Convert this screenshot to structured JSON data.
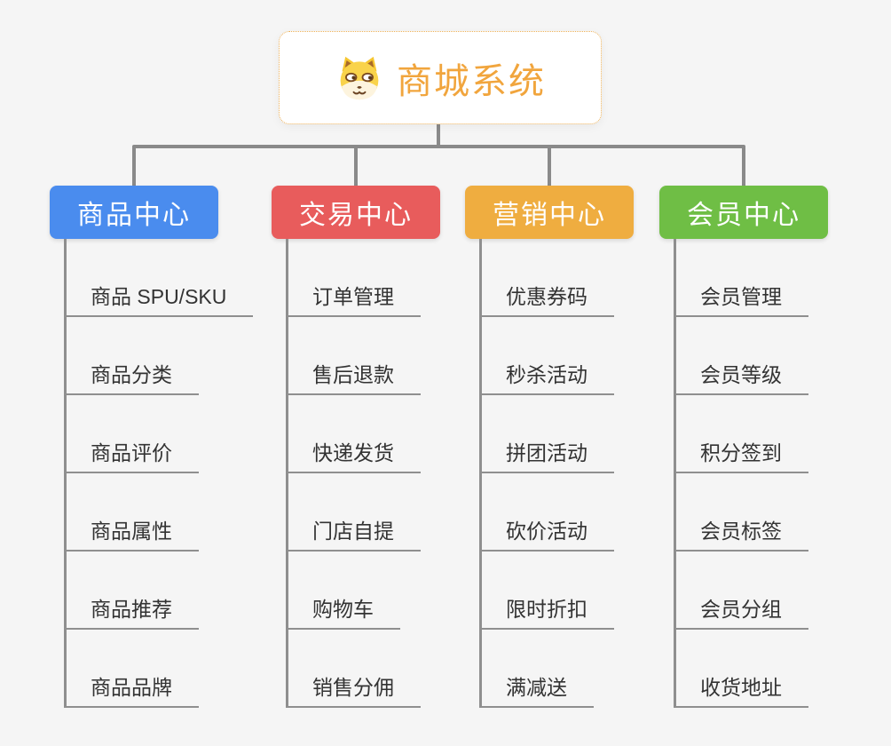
{
  "page": {
    "background_color": "#f5f5f5",
    "connector_color": "#8a8a8a"
  },
  "root": {
    "title": "商城系统",
    "icon": "dog-face-icon",
    "text_color": "#f1a53d",
    "border_color": "#edb057"
  },
  "branches": [
    {
      "label": "商品中心",
      "color": "#4a8cee",
      "items": [
        "商品 SPU/SKU",
        "商品分类",
        "商品评价",
        "商品属性",
        "商品推荐",
        "商品品牌"
      ]
    },
    {
      "label": "交易中心",
      "color": "#e85c5c",
      "items": [
        "订单管理",
        "售后退款",
        "快递发货",
        "门店自提",
        "购物车",
        "销售分佣"
      ]
    },
    {
      "label": "营销中心",
      "color": "#efad40",
      "items": [
        "优惠券码",
        "秒杀活动",
        "拼团活动",
        "砍价活动",
        "限时折扣",
        "满减送"
      ]
    },
    {
      "label": "会员中心",
      "color": "#6fbe45",
      "items": [
        "会员管理",
        "会员等级",
        "积分签到",
        "会员标签",
        "会员分组",
        "收货地址"
      ]
    }
  ]
}
